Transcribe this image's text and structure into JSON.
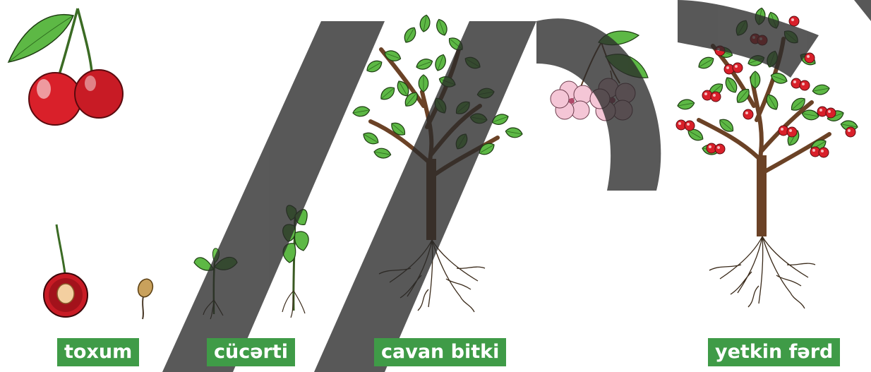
{
  "stages": [
    {
      "id": "seed",
      "label": "toxum"
    },
    {
      "id": "sprout",
      "label": "cücərti"
    },
    {
      "id": "young-plant",
      "label": "cavan bitki"
    },
    {
      "id": "mature",
      "label": "yetkin fərd"
    }
  ],
  "colors": {
    "label_bg": "#3f9b47",
    "label_text": "#ffffff",
    "leaf": "#5db845",
    "trunk": "#6b4226",
    "cherry": "#d9202a",
    "blossom": "#f4c6d6",
    "watermark": "#333333"
  }
}
